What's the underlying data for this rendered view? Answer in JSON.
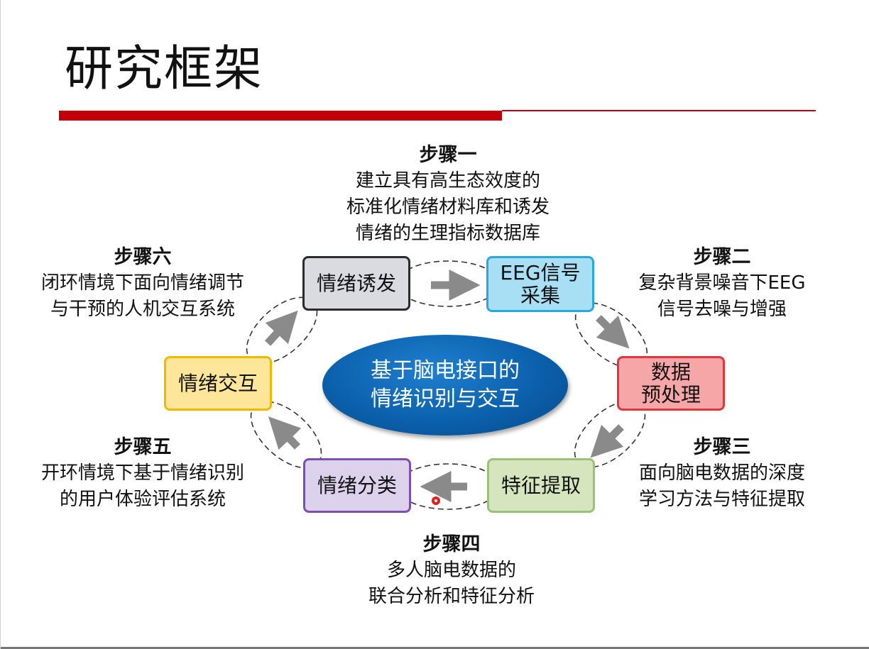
{
  "slide": {
    "title": "研究框架",
    "center": {
      "line1": "基于脑电接口的",
      "line2": "情绪识别与交互"
    },
    "boxes": {
      "induce": "情绪诱发",
      "eeg": "EEG信号\n采集",
      "preprocess": "数据\n预处理",
      "feature": "特征提取",
      "classify": "情绪分类",
      "interact": "情绪交互"
    },
    "steps": {
      "one": {
        "head": "步骤一",
        "l1": "建立具有高生态效度的",
        "l2": "标准化情绪材料库和诱发",
        "l3": "情绪的生理指标数据库"
      },
      "two": {
        "head": "步骤二",
        "l1": "复杂背景噪音下EEG",
        "l2": "信号去噪与增强"
      },
      "three": {
        "head": "步骤三",
        "l1": "面向脑电数据的深度",
        "l2": "学习方法与特征提取"
      },
      "four": {
        "head": "步骤四",
        "l1": "多人脑电数据的",
        "l2": "联合分析和特征分析"
      },
      "five": {
        "head": "步骤五",
        "l1": "开环情境下基于情绪识别",
        "l2": "的用户体验评估系统"
      },
      "six": {
        "head": "步骤六",
        "l1": "闭环情境下面向情绪调节",
        "l2": "与干预的人机交互系统"
      }
    },
    "colors": {
      "accent_red": "#c0000a",
      "induce_fill": "#d9dbe0",
      "induce_border": "#2b2b2b",
      "eeg_fill": "#a8dff5",
      "eeg_border": "#29a8e0",
      "preprocess_fill": "#f7a6a8",
      "preprocess_border": "#e0363c",
      "feature_fill": "#d5e6bf",
      "feature_border": "#9cc27a",
      "classify_fill": "#dcd2ec",
      "classify_border": "#7f4fb0",
      "interact_fill": "#fde59a",
      "interact_border": "#f0b800",
      "center_fill": "#0a5ea8",
      "arrow": "#8a8a8a"
    }
  }
}
